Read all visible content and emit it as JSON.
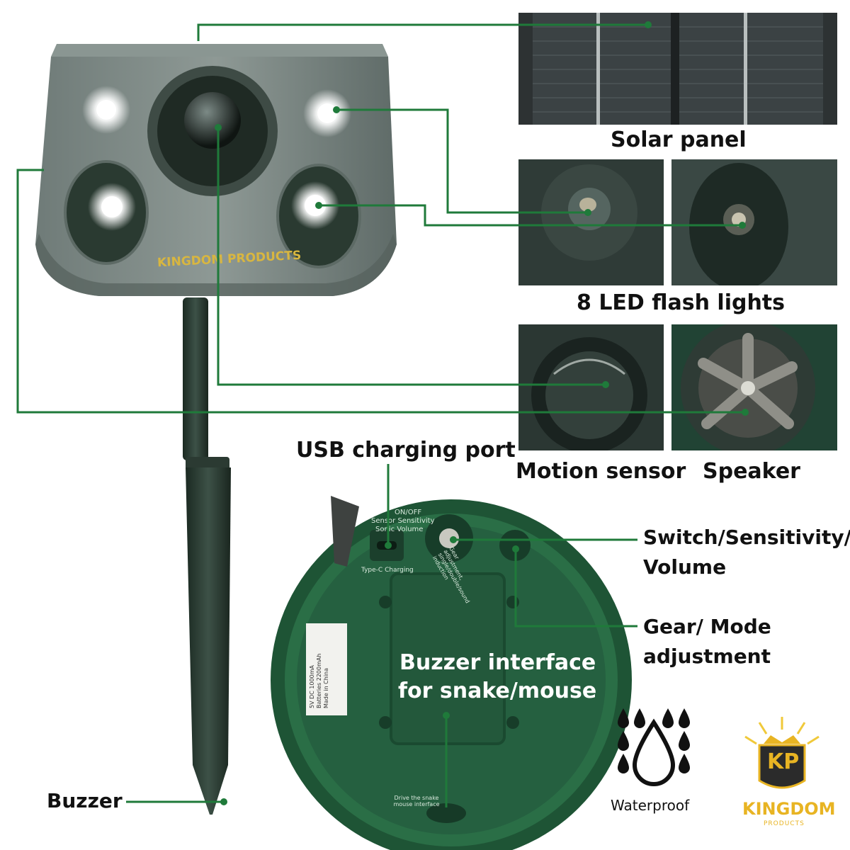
{
  "product": {
    "brand_text": "KINGDOM PRODUCTS",
    "buzzer_label": "Buzzer"
  },
  "callouts": {
    "solar_panel": "Solar panel",
    "led_lights": "8 LED flash lights",
    "motion_sensor": "Motion sensor",
    "speaker": "Speaker",
    "usb_port": "USB charging port",
    "switch_line1": "Switch/Sensitivity/",
    "switch_line2": "Volume",
    "gear_line1": "Gear/ Mode",
    "gear_line2": "adjustment",
    "buzzer_interface_line1": "Buzzer interface",
    "buzzer_interface_line2": "for snake/mouse"
  },
  "bottom_panel": {
    "text_on_off": "ON/OFF",
    "text_sensor": "Sensor Sensitivity",
    "text_sonic": "Sonic Volume",
    "text_typec": "Type-C Charging",
    "text_gear_ring": "Gear adjustment, single/double/sound induction",
    "text_drive": "Drive the snake mouse interface",
    "spec_line1": "5V DC 1000mA",
    "spec_line2": "Batteries 2200mAh",
    "spec_line3": "Made in China"
  },
  "badges": {
    "waterproof": "Waterproof",
    "logo_initials": "KP",
    "logo_name": "KINGDOM",
    "logo_sub": "PRODUCTS"
  },
  "colors": {
    "leader_green": "#1f7a3a",
    "device_green": "#1f4a2e",
    "label_text": "#111111",
    "logo_gold": "#e8b423"
  }
}
